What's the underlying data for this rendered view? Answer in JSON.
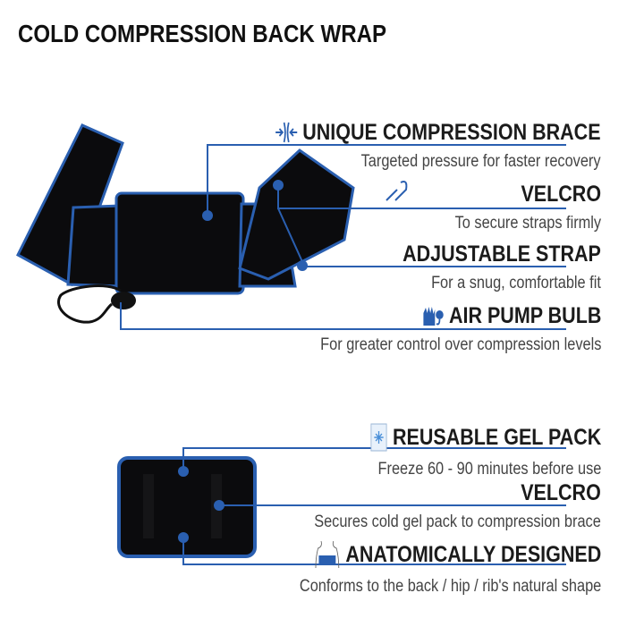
{
  "title": "COLD COMPRESSION BACK WRAP",
  "accent_color": "#2a5fb0",
  "features_top": [
    {
      "icon": "compression-arrows-icon",
      "heading": "UNIQUE COMPRESSION BRACE",
      "description": "Targeted pressure for faster recovery"
    },
    {
      "icon": "velcro-hook-icon",
      "heading": "VELCRO",
      "description": "To secure straps firmly"
    },
    {
      "icon": "",
      "heading": "ADJUSTABLE STRAP",
      "description": "For a snug, comfortable fit"
    },
    {
      "icon": "glove-pump-icon",
      "heading": "AIR PUMP BULB",
      "description": "For greater control over compression levels"
    }
  ],
  "features_bottom": [
    {
      "icon": "gel-pack-snowflake-icon",
      "heading": "REUSABLE GEL PACK",
      "description": "Freeze 60 - 90 minutes before use"
    },
    {
      "icon": "",
      "heading": "VELCRO",
      "description": "Secures cold gel pack to compression brace"
    },
    {
      "icon": "torso-icon",
      "heading": "ANATOMICALLY DESIGNED",
      "description": "Conforms to the back / hip / rib's natural shape"
    }
  ]
}
